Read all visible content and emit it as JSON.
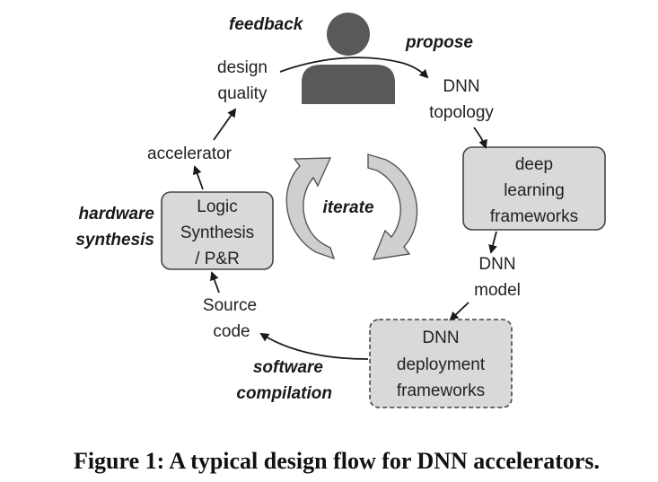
{
  "labels": {
    "feedback": "feedback",
    "propose": "propose",
    "design_quality_1": "design",
    "design_quality_2": "quality",
    "dnn_topology_1": "DNN",
    "dnn_topology_2": "topology",
    "accelerator": "accelerator",
    "hardware_synthesis_1": "hardware",
    "hardware_synthesis_2": "synthesis",
    "iterate": "iterate",
    "dnn_model_1": "DNN",
    "dnn_model_2": "model",
    "source_code_1": "Source",
    "source_code_2": "code",
    "software_compilation_1": "software",
    "software_compilation_2": "compilation"
  },
  "boxes": {
    "deep_learning_1": "deep",
    "deep_learning_2": "learning",
    "deep_learning_3": "frameworks",
    "logic_synthesis_1": "Logic",
    "logic_synthesis_2": "Synthesis",
    "logic_synthesis_3": "/ P&R",
    "deployment_1": "DNN",
    "deployment_2": "deployment",
    "deployment_3": "frameworks"
  },
  "caption": "Figure 1: A typical design flow for DNN accelerators.",
  "colors": {
    "box_fill": "#d9d9d9",
    "person": "#595959",
    "cycle_arrow": "#cfcfcf"
  }
}
